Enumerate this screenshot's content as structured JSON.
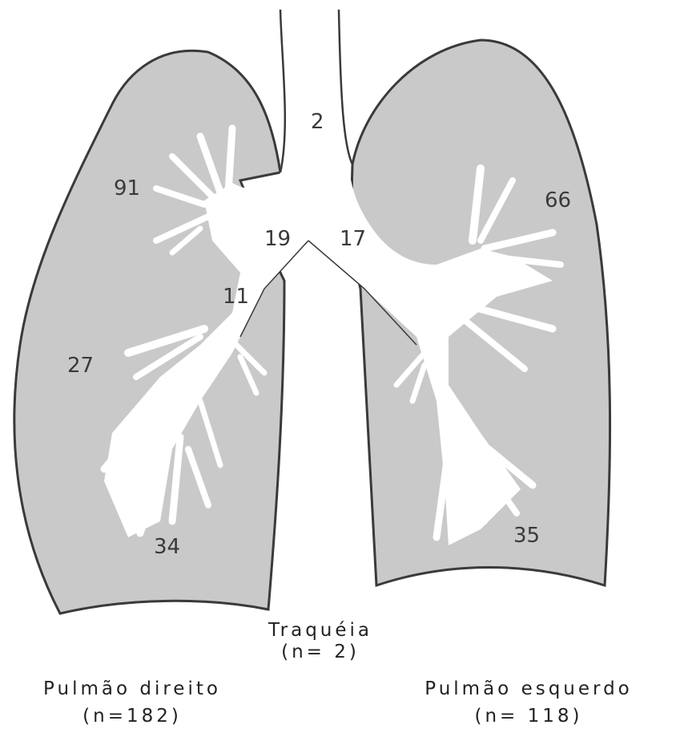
{
  "diagram": {
    "lobe_counts": {
      "trachea": "2",
      "right_upper": "91",
      "right_middle": "27",
      "right_lower": "34",
      "right_main_bronchus": "19",
      "right_intermediate_bronchus": "11",
      "left_main_bronchus": "17",
      "left_upper": "66",
      "left_lower": "35"
    },
    "captions": {
      "trachea_label": "Traquéia",
      "trachea_n": "(n= 2)",
      "right_label": "Pulmão direito",
      "right_n": "(n=182)",
      "left_label": "Pulmão esquerdo",
      "left_n": "(n= 118)"
    },
    "colors": {
      "lung_fill": "#c9c9c9",
      "outline": "#3a3a3a",
      "airway": "#ffffff"
    }
  }
}
